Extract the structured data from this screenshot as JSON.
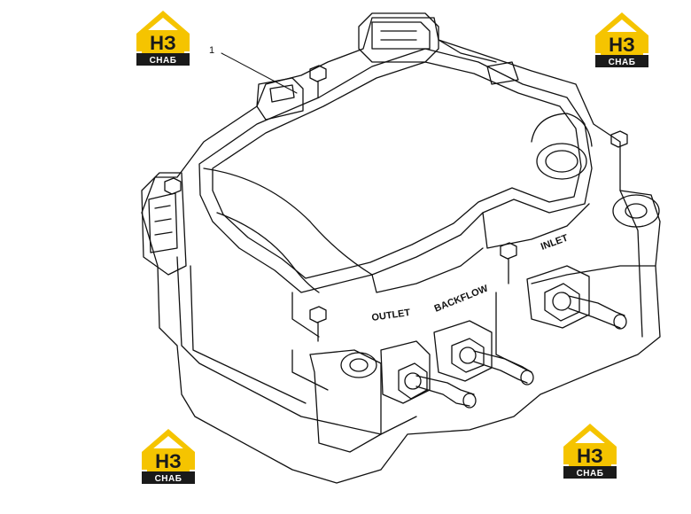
{
  "logo": {
    "big_text": "НЗ",
    "small_text": "СНАБ",
    "accent_color": "#f5c400",
    "dark_color": "#1a1a1a"
  },
  "diagram": {
    "callout_number": "1",
    "ports": {
      "outlet": "OUTLET",
      "backflow": "BACKFLOW",
      "inlet": "INLET"
    }
  }
}
